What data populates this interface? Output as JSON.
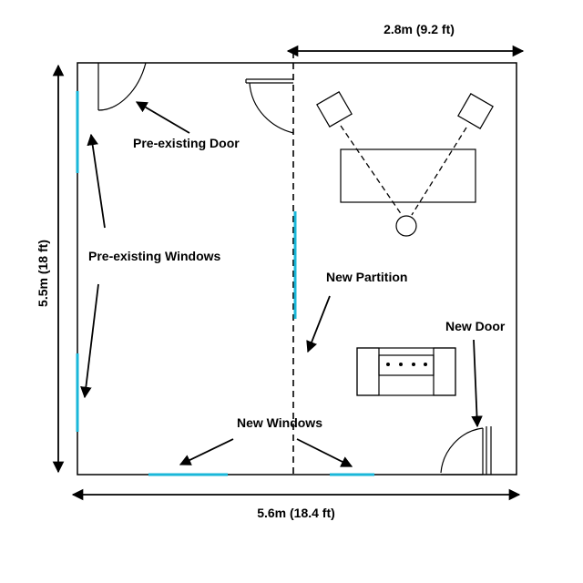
{
  "dimensions": {
    "top_partial": "2.8m (9.2 ft)",
    "left_height": "5.5m (18 ft)",
    "bottom_width": "5.6m (18.4 ft)"
  },
  "labels": {
    "pre_existing_door": "Pre-existing Door",
    "pre_existing_windows": "Pre-existing Windows",
    "new_partition": "New Partition",
    "new_door": "New Door",
    "new_windows": "New Windows"
  },
  "colors": {
    "walls": "#000000",
    "windows": "#1ab7d9"
  }
}
